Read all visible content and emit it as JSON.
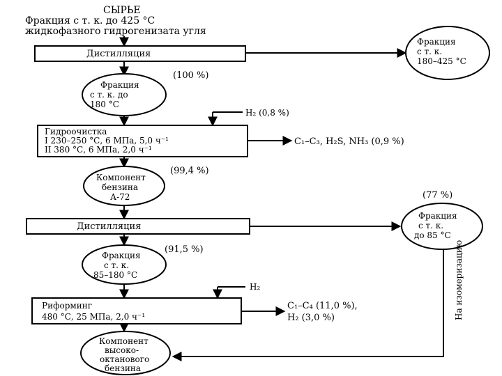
{
  "source": {
    "title": "СЫРЬЕ",
    "line1": "Фракция с т. к. до 425 °С",
    "line2": "жидкофазного гидрогенизата угля"
  },
  "distillation1": {
    "label": "Дистилляция"
  },
  "fraction_180_425": {
    "line1": "Фракция",
    "line2": "с т. к.",
    "line3": "180–425 °С"
  },
  "fraction_to_180": {
    "line1": "Фракция",
    "line2": "с т. к. до",
    "line3": "180 °С",
    "percent": "(100 %)"
  },
  "h2_input_1": {
    "label": "H₂ (0,8 %)"
  },
  "hydrotreating": {
    "line1": "Гидроочистка",
    "line2": "I  230–250 °С, 6 МПа, 5,0 ч⁻¹",
    "line3": "II  380 °С, 6 МПа, 2,0 ч⁻¹"
  },
  "hydrotreating_output": {
    "label": "C₁–C₃, H₂S, NH₃ (0,9 %)"
  },
  "gasoline_a72": {
    "line1": "Компонент",
    "line2": "бензина",
    "line3": "А-72",
    "percent": "(99,4 %)"
  },
  "distillation2": {
    "label": "Дистилляция"
  },
  "fraction_to_85": {
    "line1": "Фракция",
    "line2": "с т. к.",
    "line3": "до 85 °С",
    "percent": "(77 %)"
  },
  "isomerization_label": "На изомеризацию",
  "fraction_85_180": {
    "line1": "Фракция",
    "line2": "с т. к.",
    "line3": "85–180 °С",
    "percent": "(91,5 %)"
  },
  "h2_input_2": {
    "label": "H₂"
  },
  "reforming": {
    "line1": "Риформинг",
    "line2": "480 °С, 25 МПа, 2,0 ч⁻¹"
  },
  "reforming_output": {
    "line1": "C₁–C₄ (11,0 %),",
    "line2": "H₂ (3,0 %)"
  },
  "high_octane": {
    "line1": "Компонент",
    "line2": "высоко-",
    "line3": "октанового",
    "line4": "бензина"
  }
}
